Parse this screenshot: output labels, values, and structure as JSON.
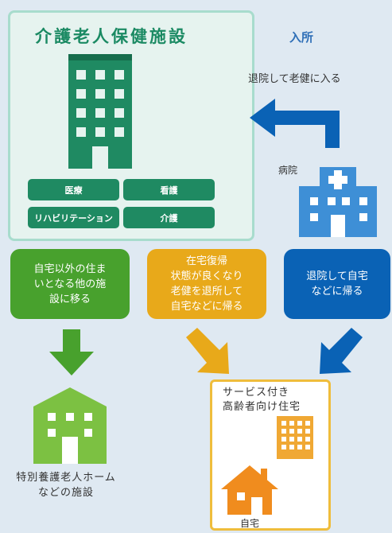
{
  "facility": {
    "title": "介護老人保健施設",
    "services": [
      "医療",
      "看護",
      "リハビリテーション",
      "介護"
    ]
  },
  "entry": {
    "title": "入所",
    "text": "退院して老健に入る"
  },
  "hospital": {
    "label": "病院"
  },
  "outcomes": [
    {
      "text_line1": "自宅以外の住ま",
      "text_line2": "いとなる他の施",
      "text_line3": "設に移る",
      "color": "#48a12d"
    },
    {
      "text_line1": "在宅復帰",
      "text_line2": "状態が良くなり",
      "text_line3": "老健を退所して",
      "text_line4": "自宅などに帰る",
      "color": "#e8a91a"
    },
    {
      "text_line1": "退院して自宅",
      "text_line2": "などに帰る",
      "color": "#0a62b5"
    }
  ],
  "destination": {
    "title_line1": "サービス付き",
    "title_line2": "高齢者向け住宅",
    "home_label": "自宅"
  },
  "special_home": {
    "label_line1": "特別養護老人ホーム",
    "label_line2": "などの施設"
  },
  "colors": {
    "facility_green": "#1f8a62",
    "hospital_blue": "#3e8fd6",
    "arrow_blue": "#0a62b5",
    "orange": "#e8a91a",
    "green": "#48a12d"
  }
}
